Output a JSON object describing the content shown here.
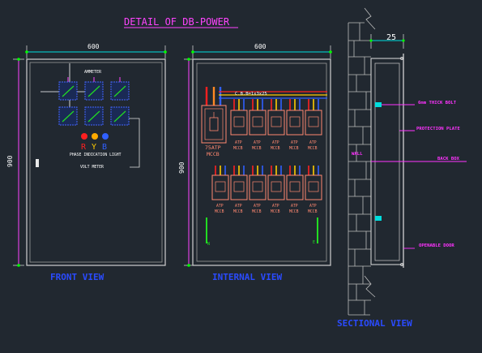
{
  "title": "DETAIL OF DB-POWER",
  "front_view": {
    "label": "FRONT VIEW",
    "width_dim": "600",
    "height_dim": "900",
    "ammeter_label": "AMMETER",
    "phase_label": "PHASE INDICATION LIGHT",
    "volt_label": "VOLT METER",
    "phases": [
      "R",
      "Y",
      "B"
    ]
  },
  "internal_view": {
    "label": "INTERNAL VIEW",
    "width_dim": "600",
    "height_dim": "900",
    "busbar_label": "C.B.B=1x3x25",
    "main_breaker_rating": "75ATP",
    "main_breaker_type": "MCCB",
    "branch_rating": "ATP",
    "branch_type": "MCCB",
    "neutral_label": "N",
    "earth_label": "E"
  },
  "sectional_view": {
    "label": "SECTIONAL VIEW",
    "depth_dim": "25",
    "callouts": [
      "6mm THICK BOLT",
      "PROTECTION PLATE",
      "BACK BOX",
      "OPENABLE DOOR"
    ],
    "wall_label": "WALL"
  },
  "colors": {
    "background": "#212830",
    "title": "#ff44ff",
    "view_label": "#2a4bff",
    "dimension": "#00e0e0",
    "callout": "#ff33ff",
    "breaker": "#ff8870",
    "red": "#ff2020",
    "yellow": "#ffcc00",
    "blue": "#3060ff",
    "green": "#22dd22"
  }
}
